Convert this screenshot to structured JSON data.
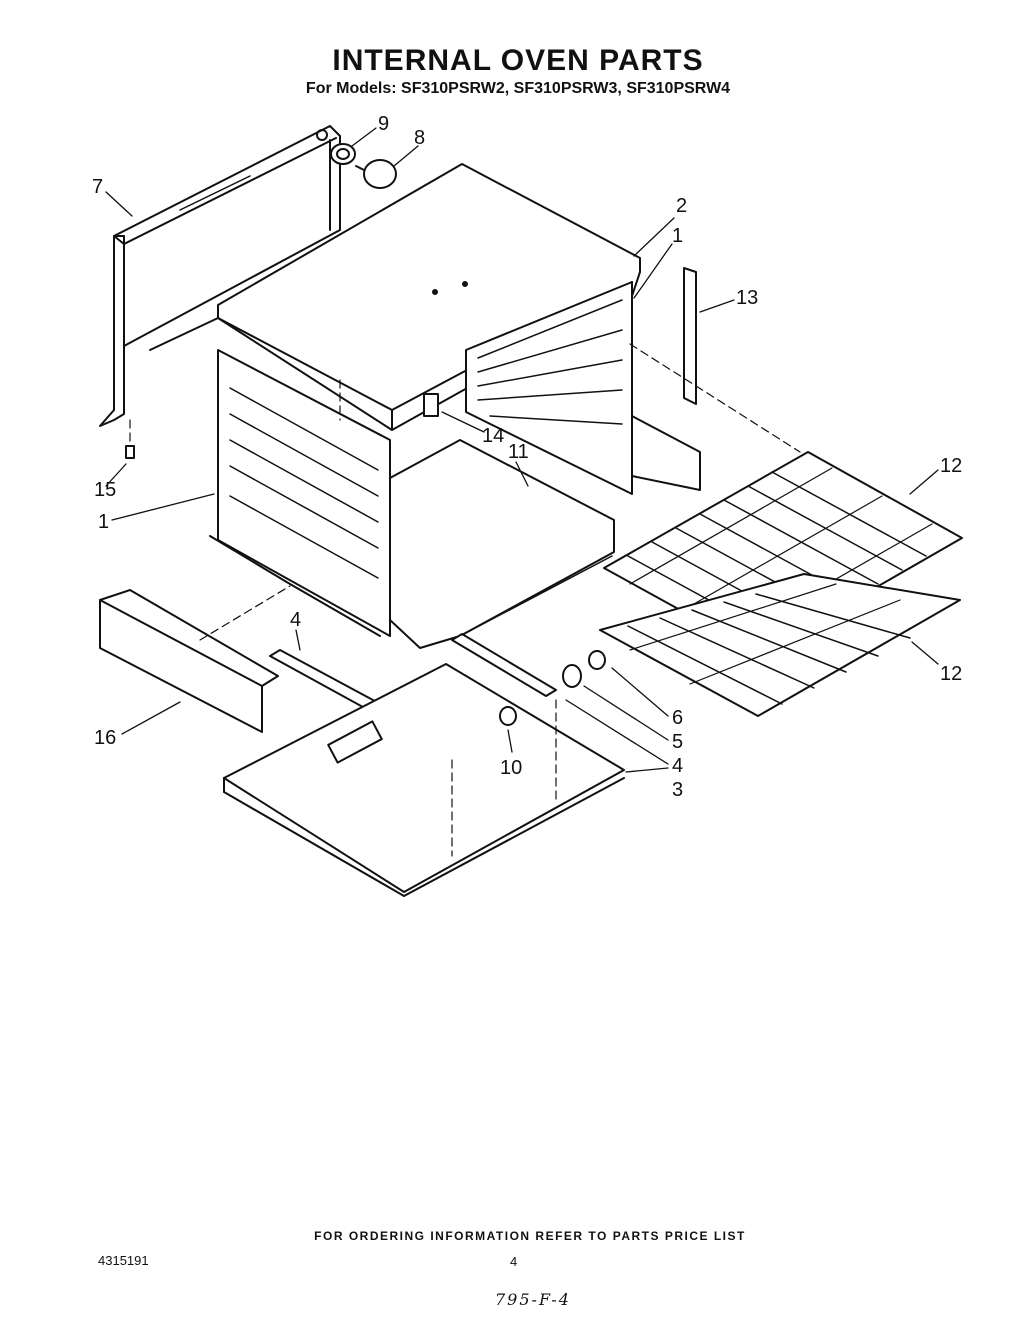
{
  "header": {
    "title": "INTERNAL OVEN PARTS",
    "models": "For Models: SF310PSRW2, SF310PSRW3, SF310PSRW4"
  },
  "callouts": {
    "c1_left": "1",
    "c1_right": "1",
    "c2": "2",
    "c3": "3",
    "c4_bottom": "4",
    "c4_right": "4",
    "c5": "5",
    "c6": "6",
    "c7": "7",
    "c8": "8",
    "c9": "9",
    "c10": "10",
    "c11": "11",
    "c12_top": "12",
    "c12_bottom": "12",
    "c13": "13",
    "c14": "14",
    "c15": "15",
    "c16": "16"
  },
  "footer": {
    "ordering_note": "FOR ORDERING INFORMATION REFER TO PARTS PRICE LIST",
    "doc_number": "4315191",
    "page_number": "4",
    "handwritten_code": "795-F-4"
  }
}
